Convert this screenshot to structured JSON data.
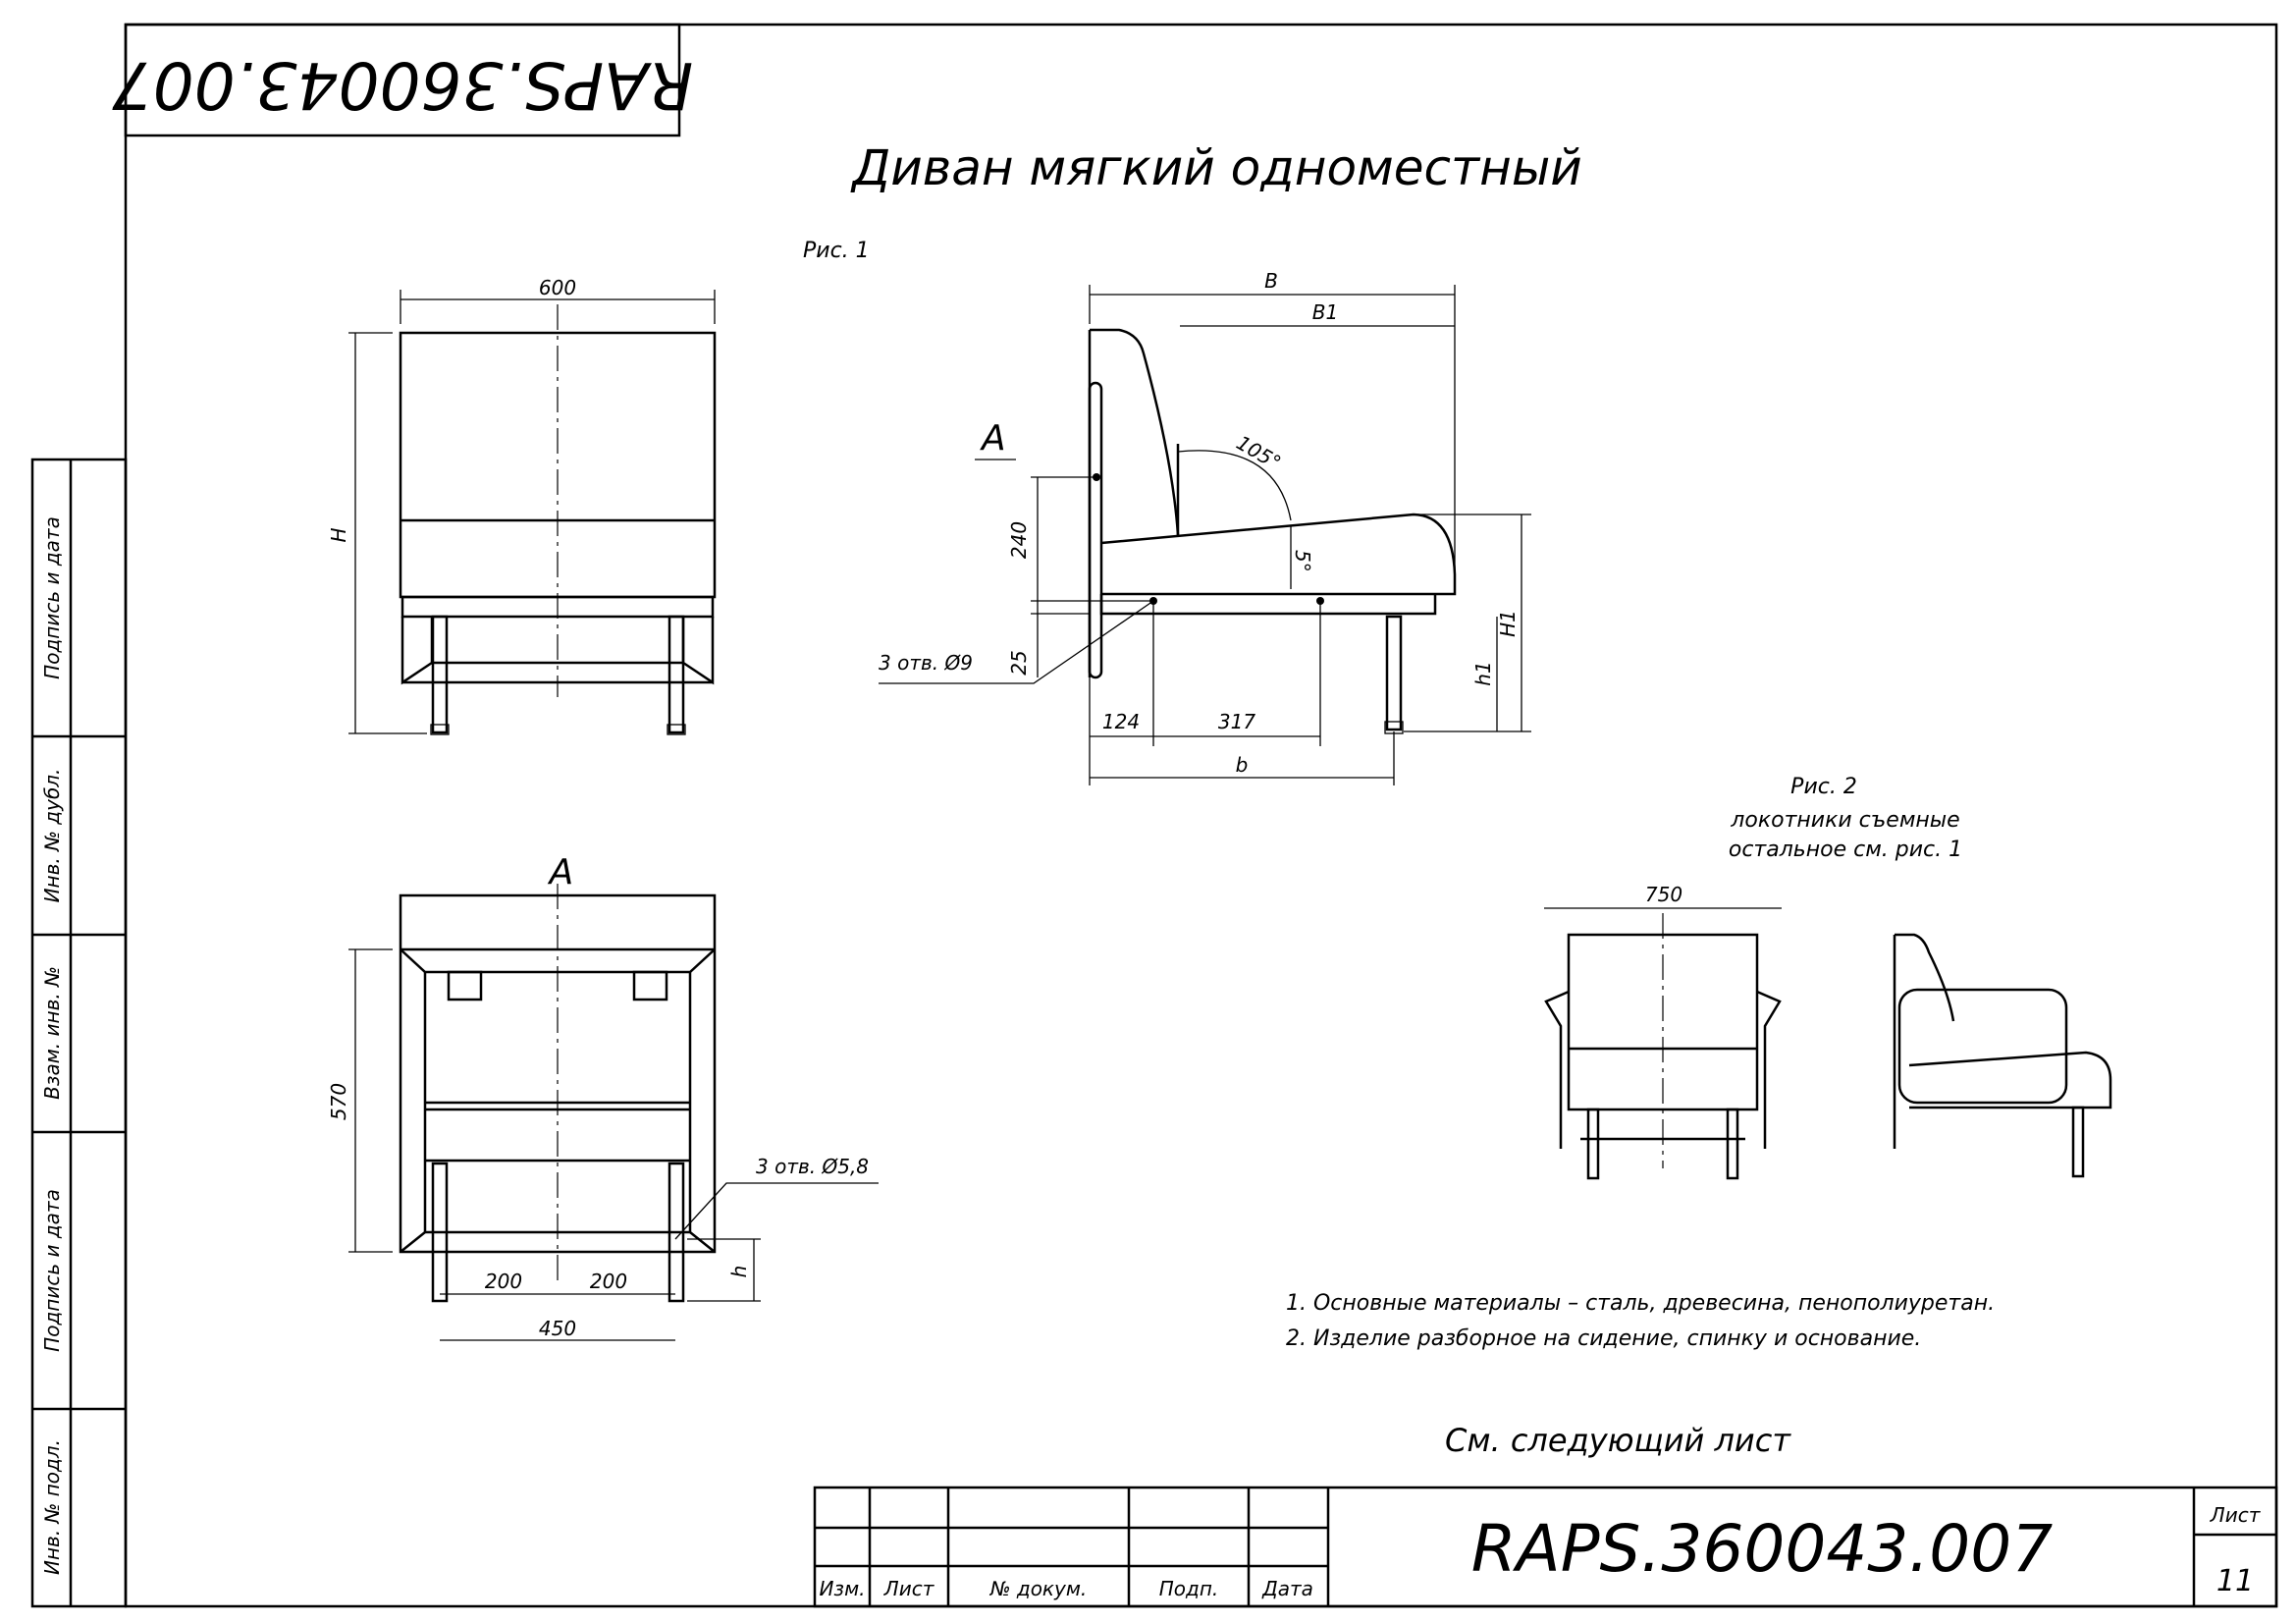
{
  "stamp_top": "RAPS.360043.007",
  "title": "Диван мягкий одноместный",
  "fig1_label": "Рис. 1",
  "front_view": {
    "width": "600",
    "height": "H"
  },
  "side_view": {
    "B": "B",
    "B1": "B1",
    "angle_back": "105°",
    "angle_seat": "5°",
    "dim_240": "240",
    "dim_25": "25",
    "holes": "3 отв. Ø9",
    "dim_124": "124",
    "dim_317": "317",
    "b": "b",
    "H1": "H1",
    "h1": "h1",
    "view_marker": "A"
  },
  "view_a": {
    "label": "A",
    "dim_570": "570",
    "holes": "3 отв. Ø5,8",
    "dim_200a": "200",
    "dim_200b": "200",
    "dim_450": "450",
    "h": "h"
  },
  "fig2": {
    "label": "Рис. 2",
    "line1": "локотники съемные",
    "line2": "остальное см. рис. 1",
    "width": "750"
  },
  "notes": [
    "1. Основные материалы – сталь, древесина, пенополиуретан.",
    "2. Изделие разборное на сидение, спинку и основание."
  ],
  "next_sheet": "См. следующий лист",
  "left_strip": [
    "Подпись и дата",
    "Инв. № дубл.",
    "Взам. инв. №",
    "Подпись и дата",
    "Инв. № подл."
  ],
  "title_block": {
    "izm": "Изм.",
    "list": "Лист",
    "doc_no": "№ докум.",
    "podp": "Подп.",
    "date": "Дата",
    "designation": "RAPS.360043.007",
    "sheet_label": "Лист",
    "sheet_no": "11"
  }
}
